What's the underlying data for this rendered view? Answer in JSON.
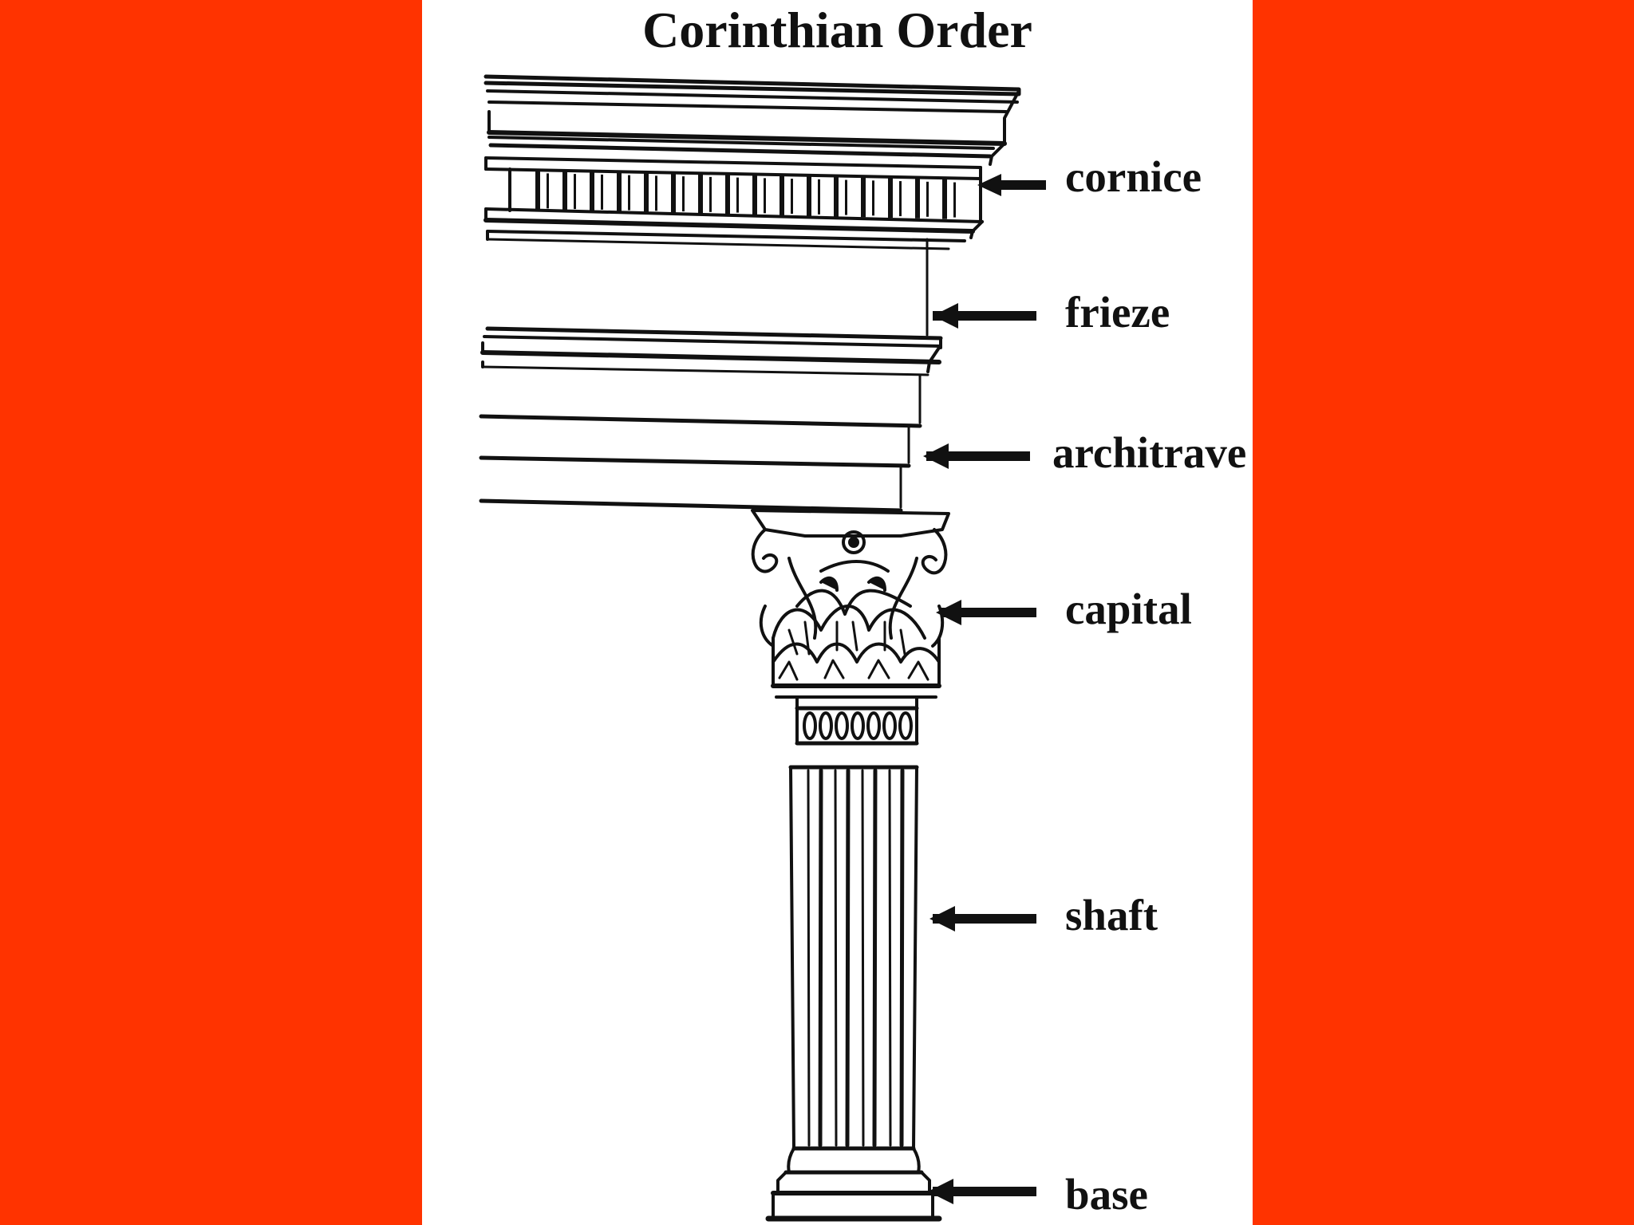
{
  "diagram": {
    "title": "Corinthian Order",
    "labels": {
      "cornice": "cornice",
      "frieze": "frieze",
      "architrave": "architrave",
      "capital": "capital",
      "shaft": "shaft",
      "base": "base"
    }
  },
  "colors": {
    "background": "#ff3300",
    "panel": "#ffffff",
    "ink": "#111111"
  }
}
